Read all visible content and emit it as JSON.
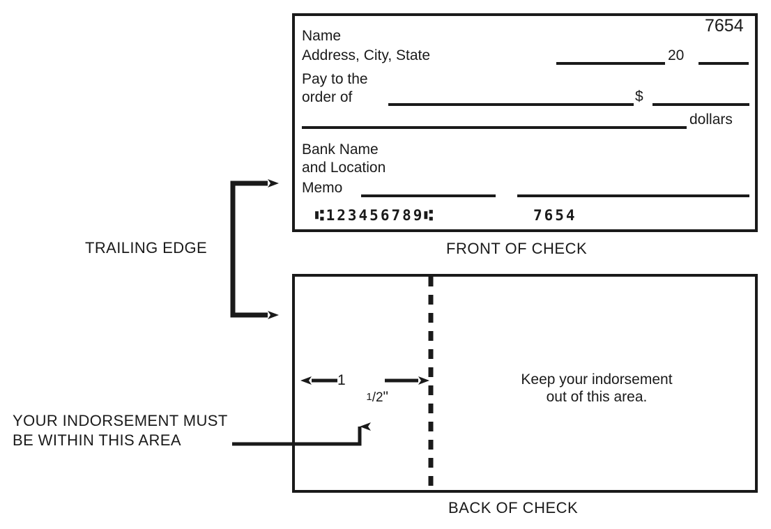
{
  "figure": {
    "title": "Check front and back endorsement area diagram",
    "ink_color": "#1a1a1a",
    "paper_color": "#ffffff"
  },
  "front_check": {
    "check_number": "7654",
    "payer_name_line": "Name",
    "payer_address_line": "Address, City, State",
    "pay_to_line1": "Pay to the",
    "pay_to_line2": "order of",
    "dollar_sign": "$",
    "dollars_word": "dollars",
    "date_prefix": "20",
    "bank_name_line1": "Bank Name",
    "bank_name_line2": "and Location",
    "memo_label": "Memo",
    "micr_routing": "⑆123456789⑆",
    "micr_check_number": "7654",
    "caption": "FRONT OF CHECK"
  },
  "back_check": {
    "keep_out_line1": "Keep your indorsement",
    "keep_out_line2": "out of this area.",
    "dimension_whole": "1",
    "dimension_fraction_num": "1",
    "dimension_fraction_den": "2",
    "dimension_unit": "\"",
    "dimension_full": "1 1/2\"",
    "caption": "BACK OF CHECK"
  },
  "annotations": {
    "trailing_edge": "TRAILING EDGE",
    "indorsement_line1": "YOUR INDORSEMENT MUST",
    "indorsement_line2": "BE WITHIN THIS AREA"
  }
}
